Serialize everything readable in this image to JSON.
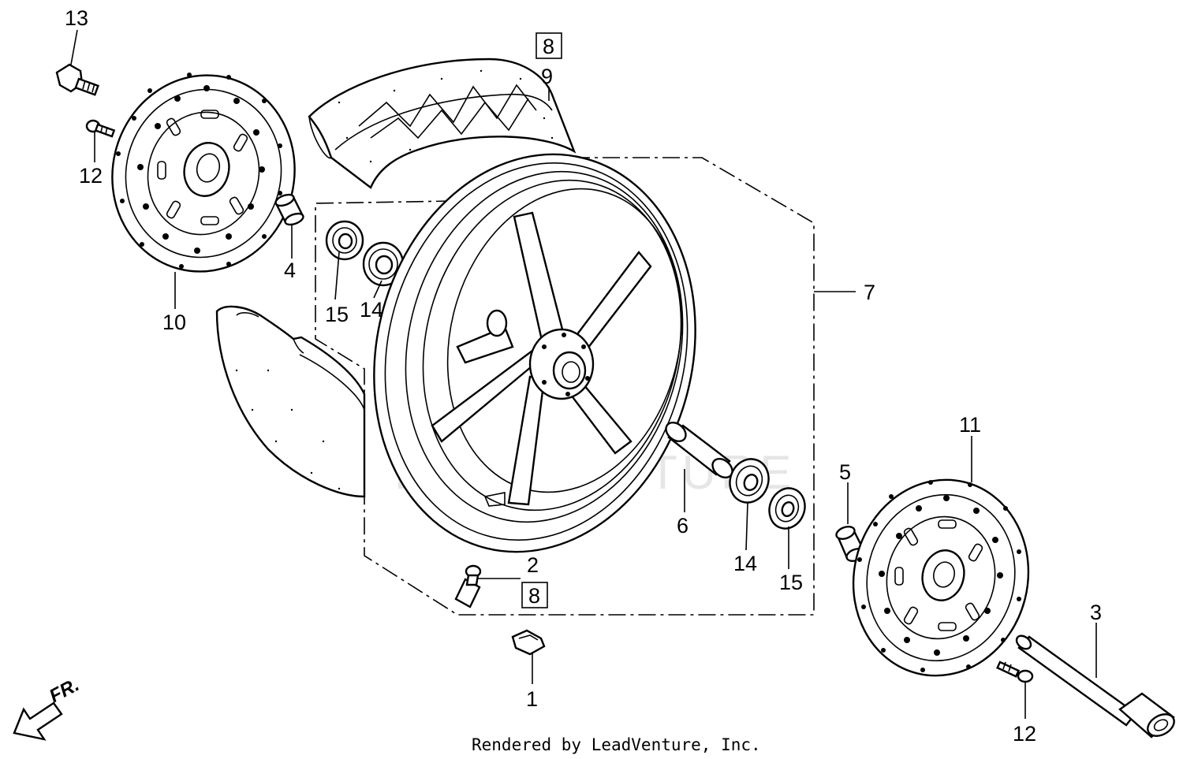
{
  "watermark": "LEADVENTURE",
  "footer": "Rendered by LeadVenture, Inc.",
  "direction_label": "FR.",
  "callouts": [
    {
      "id": "1",
      "label": "1"
    },
    {
      "id": "2",
      "label": "2"
    },
    {
      "id": "3",
      "label": "3"
    },
    {
      "id": "4",
      "label": "4"
    },
    {
      "id": "5",
      "label": "5"
    },
    {
      "id": "6",
      "label": "6"
    },
    {
      "id": "7",
      "label": "7"
    },
    {
      "id": "9",
      "label": "9"
    },
    {
      "id": "10",
      "label": "10"
    },
    {
      "id": "11",
      "label": "11"
    },
    {
      "id": "12a",
      "label": "12"
    },
    {
      "id": "12b",
      "label": "12"
    },
    {
      "id": "13",
      "label": "13"
    },
    {
      "id": "14a",
      "label": "14"
    },
    {
      "id": "14b",
      "label": "14"
    },
    {
      "id": "15a",
      "label": "15"
    },
    {
      "id": "15b",
      "label": "15"
    }
  ],
  "ref_boxes": [
    {
      "id": "tire",
      "label": "8"
    },
    {
      "id": "valve",
      "label": "8"
    }
  ]
}
